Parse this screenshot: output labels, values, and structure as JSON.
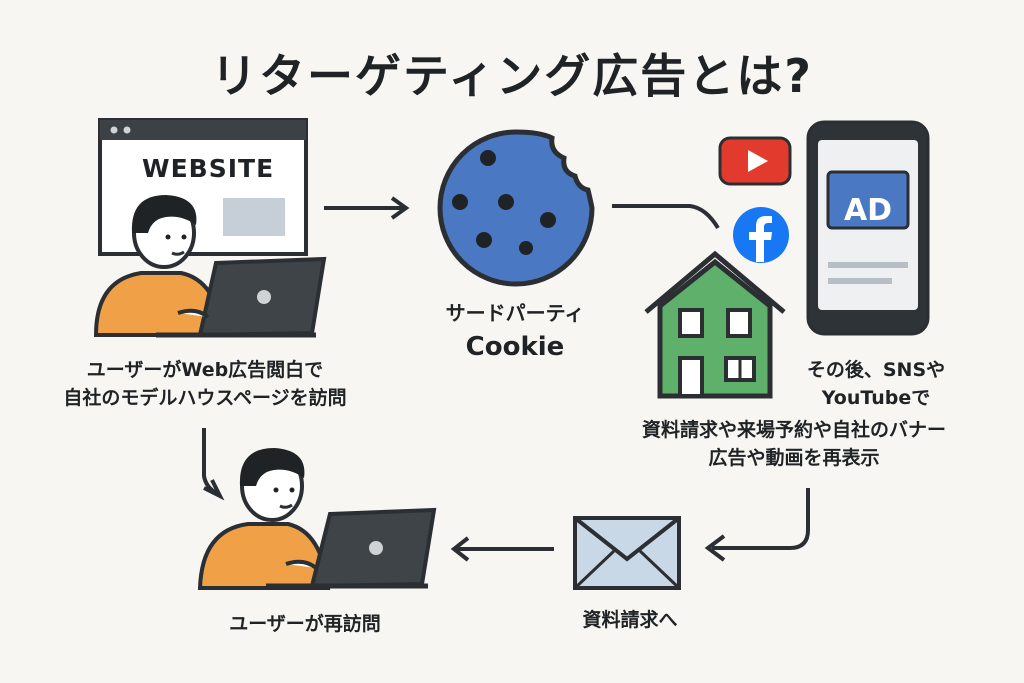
{
  "title": "リターゲティング広告とは?",
  "website_label": "WEBSITE",
  "ad_label": "AD",
  "cookie": {
    "line1": "サードパーティ",
    "line2": "Cookie"
  },
  "visit_caption": {
    "line1": "ユーザーがWeb広告閲白で",
    "line2": "自社のモデルハウスページを訪問"
  },
  "sns_caption": {
    "line1": "その後、SNSや",
    "line2": "YouTubeで",
    "line3": "資料請求や来場予約や自社のバナー",
    "line4": "広告や動画を再表示"
  },
  "revisit_caption": "ユーザーが再訪問",
  "request_caption": "資料請求へ",
  "colors": {
    "cookie": "#4a78c2",
    "house": "#5fb06a",
    "person_shirt": "#f0a046",
    "youtube": "#e23b2e",
    "facebook": "#1877f2",
    "envelope": "#c9d8e6",
    "ad_box": "#4a78c2"
  }
}
